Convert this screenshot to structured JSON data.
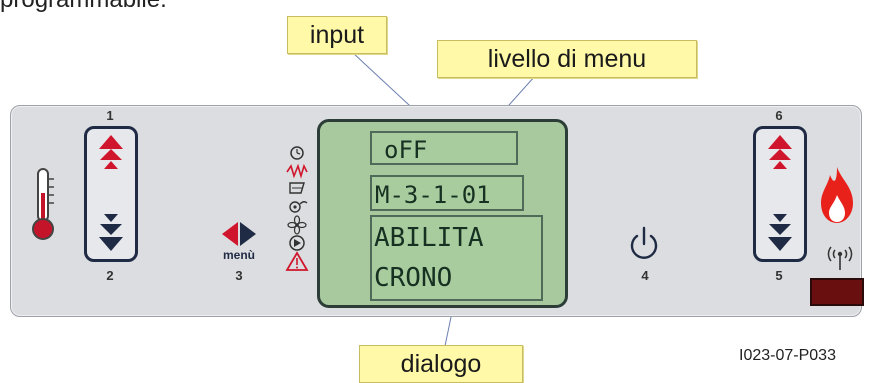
{
  "top_text": "programmabile.",
  "callouts": {
    "input": "input",
    "livello": "livello di menu",
    "dialogo": "dialogo"
  },
  "lcd": {
    "line1": "oFF",
    "line2": "M-3-1-01",
    "line3": "ABILITA",
    "line4": "CRONO"
  },
  "buttons": {
    "b1": "1",
    "b2": "2",
    "b3": "3",
    "b4": "4",
    "b5": "5",
    "b6": "6",
    "menu_label": "menù"
  },
  "figure_code": "I023-07-P033",
  "colors": {
    "arrow_red": "#d0162c",
    "arrow_navy": "#1f2a44",
    "lcd_green": "#a7c99d",
    "callout_yellow": "#fff9a8",
    "led_dark_red": "#6a0f0f"
  }
}
